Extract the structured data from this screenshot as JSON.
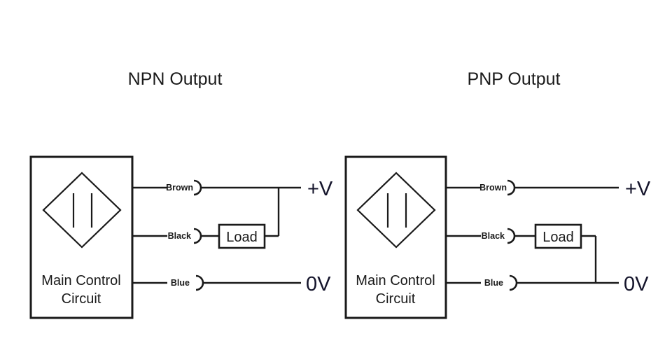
{
  "page": {
    "background_color": "#ffffff",
    "line_color": "#1a1a1a",
    "rail_label_color": "#14142b"
  },
  "diagrams": [
    {
      "id": "npn",
      "title": "NPN Output",
      "block": {
        "label_line1": "Main Control",
        "label_line2": "Circuit",
        "sensor_icon": "proximity-sensor-diamond-icon"
      },
      "wires": [
        {
          "name": "brown",
          "label": "Brown",
          "rail": "+V"
        },
        {
          "name": "black",
          "label": "Black",
          "rail": ""
        },
        {
          "name": "blue",
          "label": "Blue",
          "rail": "0V"
        }
      ],
      "load": {
        "label": "Load"
      },
      "rails": [
        {
          "name": "positive",
          "label": "+V"
        },
        {
          "name": "ground",
          "label": "0V"
        }
      ],
      "load_connects_to": "+V"
    },
    {
      "id": "pnp",
      "title": "PNP Output",
      "block": {
        "label_line1": "Main Control",
        "label_line2": "Circuit",
        "sensor_icon": "proximity-sensor-diamond-icon"
      },
      "wires": [
        {
          "name": "brown",
          "label": "Brown",
          "rail": "+V"
        },
        {
          "name": "black",
          "label": "Black",
          "rail": ""
        },
        {
          "name": "blue",
          "label": "Blue",
          "rail": "0V"
        }
      ],
      "load": {
        "label": "Load"
      },
      "rails": [
        {
          "name": "positive",
          "label": "+V"
        },
        {
          "name": "ground",
          "label": "0V"
        }
      ],
      "load_connects_to": "0V"
    }
  ]
}
